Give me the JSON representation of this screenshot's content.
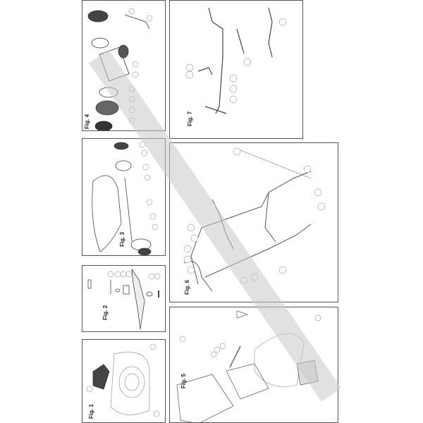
{
  "figures": [
    {
      "id": "fig4",
      "label": "Fig. 4"
    },
    {
      "id": "fig7",
      "label": "Fig. 7"
    },
    {
      "id": "fig3",
      "label": "Fig. 3"
    },
    {
      "id": "fig6",
      "label": "Fig. 6"
    },
    {
      "id": "fig2",
      "label": "Fig. 2"
    },
    {
      "id": "fig1",
      "label": "Fig. 1"
    },
    {
      "id": "fig5",
      "label": "Fig. 5"
    }
  ],
  "colors": {
    "line": "#555555",
    "watermark": "#c8c8c8"
  }
}
